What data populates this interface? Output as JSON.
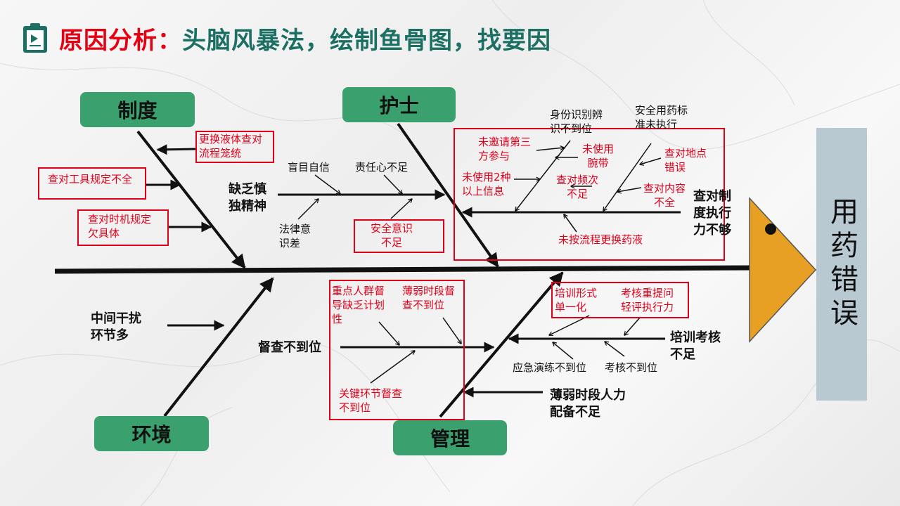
{
  "title": {
    "part1": "原因分析：",
    "part2": "头脑风暴法，绘制鱼骨图，找要因"
  },
  "effect": "用药错误",
  "categories": {
    "system": "制度",
    "nurse": "护士",
    "environment": "环境",
    "management": "管理"
  },
  "system": {
    "c1": "更换液体查对\n流程笼统",
    "c2": "查对工具规定不全",
    "c3": "查对时机规定\n欠具体"
  },
  "nurse": {
    "careless": "缺乏慎\n独精神",
    "overconfident": "盲目自信",
    "responsibility": "责任心不足",
    "law": "法律意\n识差",
    "safety": "安全意识\n不足",
    "execution": "查对制\n度执行\n力不够",
    "identity": "身份识别辨\n识不到位",
    "standard": "安全用药标\n准未执行",
    "third": "未邀请第三\n方参与",
    "wristband": "未使用\n腕带",
    "location": "查对地点\n错误",
    "twoinfo": "未使用2种\n以上信息",
    "frequency": "查对频次\n不足",
    "content": "查对内容\n不全",
    "process": "未按流程更换药液"
  },
  "environment": {
    "c1": "中间干扰\n环节多"
  },
  "management": {
    "supervise": "督查不到位",
    "keygroup": "重点人群督\n导缺乏计划\n性",
    "weakperiod": "薄弱时段督\n查不到位",
    "keylink": "关键环节督查\n不到位",
    "training": "培训考核\n不足",
    "trainform": "培训形式\n单一化",
    "assess": "考核重提问\n轻评执行力",
    "drill": "应急演练不到位",
    "exam": "考核不到位",
    "staffing": "薄弱时段人力\n配备不足"
  },
  "colors": {
    "accent_red": "#e0001a",
    "category_green": "#3aa06e",
    "head_orange": "#e8a024",
    "effect_box": "#b8c9d2",
    "title_teal": "#1b6f63"
  }
}
